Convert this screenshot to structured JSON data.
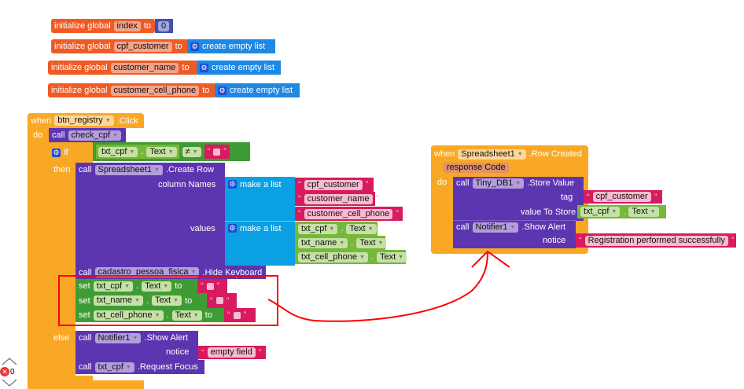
{
  "globals": [
    {
      "prefix": "initialize global",
      "name": "index",
      "to": "to",
      "value": "0"
    },
    {
      "prefix": "initialize global",
      "name": "cpf_customer",
      "to": "to",
      "value": "create empty list"
    },
    {
      "prefix": "initialize global",
      "name": "customer_name",
      "to": "to",
      "value": "create empty list"
    },
    {
      "prefix": "initialize global",
      "name": "customer_cell_phone",
      "to": "to",
      "value": "create empty list"
    }
  ],
  "event1": {
    "when": "when",
    "component": "btn_registry",
    "event": ".Click",
    "do": "do",
    "call": "call",
    "proc": "check_cpf",
    "if": "if",
    "then": "then",
    "else": "else",
    "cond": {
      "comp": "txt_cpf",
      "prop": "Text",
      "dot": ".",
      "op": "≠"
    },
    "create_row": {
      "call": "call",
      "comp": "Spreadsheet1",
      "method": ".Create Row",
      "col_label": "column Names",
      "values_label": "values",
      "make_list": "make a list",
      "columns": [
        "cpf_customer",
        "customer_name",
        "customer_cell_phone"
      ],
      "values": [
        {
          "comp": "txt_cpf",
          "prop": "Text"
        },
        {
          "comp": "txt_name",
          "prop": "Text"
        },
        {
          "comp": "txt_cell_phone",
          "prop": "Text"
        }
      ]
    },
    "hide": {
      "call": "call",
      "comp": "cadastro_pessoa_fisica",
      "method": ".Hide Keyboard"
    },
    "sets": [
      {
        "set": "set",
        "comp": "txt_cpf",
        "prop": "Text",
        "to": "to"
      },
      {
        "set": "set",
        "comp": "txt_name",
        "prop": "Text",
        "to": "to"
      },
      {
        "set": "set",
        "comp": "txt_cell_phone",
        "prop": "Text",
        "to": "to"
      }
    ],
    "alert": {
      "call": "call",
      "comp": "Notifier1",
      "method": ".Show Alert",
      "notice": "notice",
      "text": "empty field"
    },
    "focus": {
      "call": "call",
      "comp": "txt_cpf",
      "method": ".Request Focus"
    }
  },
  "event2": {
    "when": "when",
    "component": "Spreadsheet1",
    "event": ".Row Created",
    "param": "response Code",
    "do": "do",
    "store": {
      "call": "call",
      "comp": "Tiny_DB1",
      "method": ".Store Value",
      "tag_label": "tag",
      "tag": "cpf_customer",
      "value_label": "value To Store",
      "vcomp": "txt_cpf",
      "vprop": "Text"
    },
    "alert": {
      "call": "call",
      "comp": "Notifier1",
      "method": ".Show Alert",
      "notice": "notice",
      "text": "Registration performed successfully"
    }
  },
  "workspace": {
    "error_count": "0"
  },
  "colors": {
    "event": "#f9a825",
    "procedure": "#5c35b0",
    "text": "#d81b60",
    "list": "#0ba0e4",
    "setter": "#3f9c35",
    "annotation": "#ff0000"
  }
}
